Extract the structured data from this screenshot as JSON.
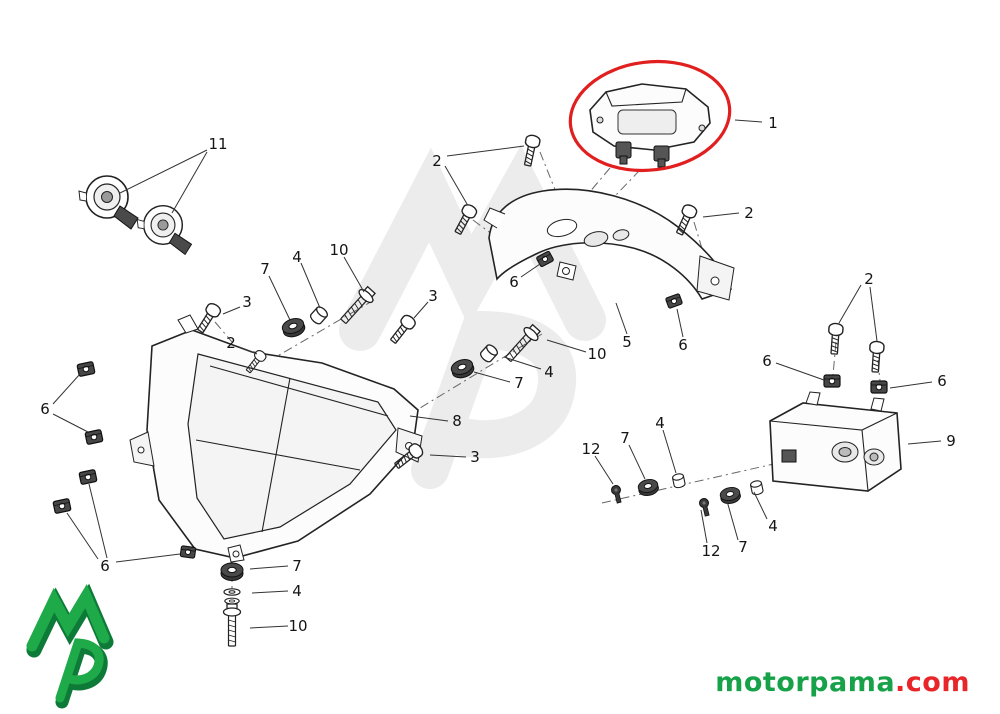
{
  "page": {
    "background": "#ffffff"
  },
  "brand": {
    "site_name": "motorpama",
    "site_tld": ".com",
    "name_color": "#17a24a",
    "tld_color": "#e8262a",
    "logo": "mp-monogram",
    "watermark": "mp-monogram-light"
  },
  "diagram": {
    "kind": "exploded-parts-diagram",
    "subject": "headlight-and-instrument-cluster",
    "highlight": {
      "target_callout": "1",
      "color": "#e21f1f"
    },
    "callouts": [
      {
        "label": "11"
      },
      {
        "label": "1"
      },
      {
        "label": "2"
      },
      {
        "label": "2"
      },
      {
        "label": "2"
      },
      {
        "label": "2"
      },
      {
        "label": "3"
      },
      {
        "label": "3"
      },
      {
        "label": "3"
      },
      {
        "label": "4"
      },
      {
        "label": "4"
      },
      {
        "label": "4"
      },
      {
        "label": "4"
      },
      {
        "label": "4"
      },
      {
        "label": "5"
      },
      {
        "label": "6"
      },
      {
        "label": "6"
      },
      {
        "label": "6"
      },
      {
        "label": "6"
      },
      {
        "label": "6"
      },
      {
        "label": "6"
      },
      {
        "label": "7"
      },
      {
        "label": "7"
      },
      {
        "label": "7"
      },
      {
        "label": "7"
      },
      {
        "label": "7"
      },
      {
        "label": "8"
      },
      {
        "label": "9"
      },
      {
        "label": "10"
      },
      {
        "label": "10"
      },
      {
        "label": "10"
      },
      {
        "label": "12"
      },
      {
        "label": "12"
      }
    ]
  }
}
